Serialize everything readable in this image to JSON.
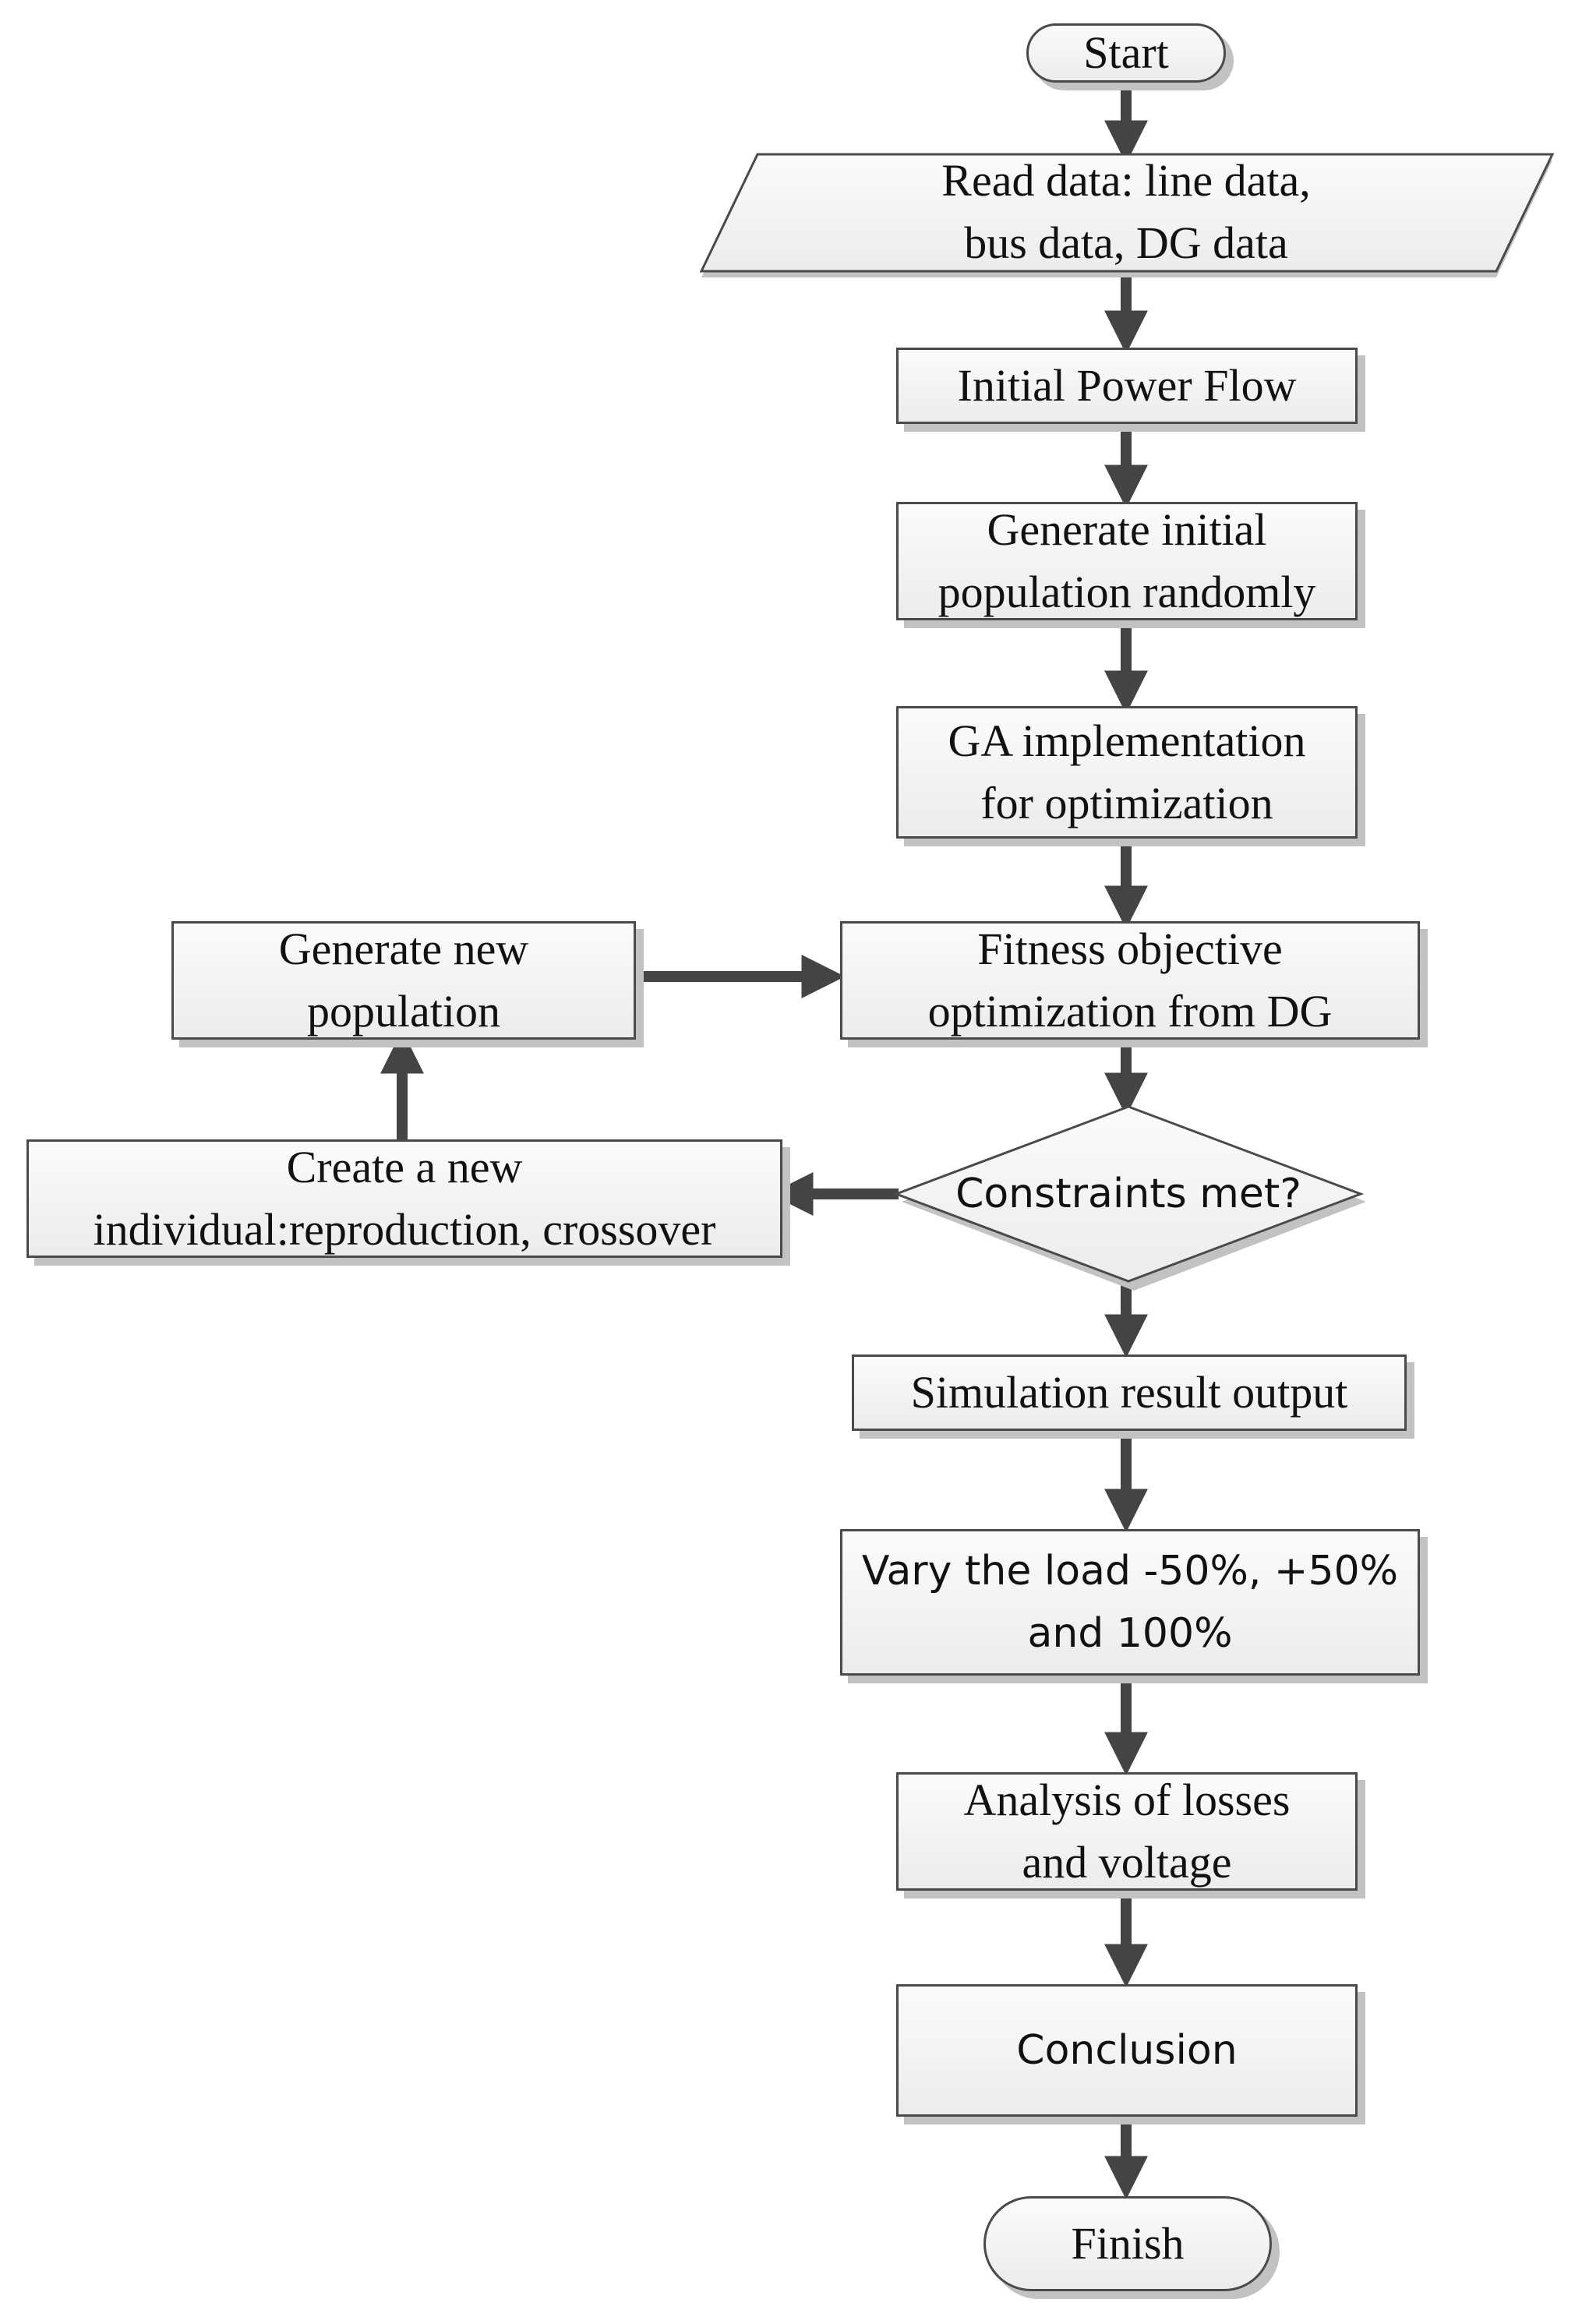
{
  "flowchart": {
    "start": "Start",
    "read_data": "Read data: line data,\nbus data, DG data",
    "initial_power_flow": "Initial Power Flow",
    "generate_initial_population": "Generate initial\npopulation randomly",
    "ga_implementation": "GA implementation\nfor optimization",
    "fitness_objective": "Fitness objective\noptimization from DG",
    "generate_new_population": "Generate new\npopulation",
    "create_new_individual": "Create a new\nindividual:reproduction, crossover",
    "constraints_met": "Constraints met?",
    "simulation_output": "Simulation result output",
    "vary_load": "Vary the load -50%, +50%\nand 100%",
    "analysis": "Analysis of losses\nand voltage",
    "conclusion": "Conclusion",
    "finish": "Finish"
  },
  "colors": {
    "stroke": "#4a4a4a",
    "fill_top": "#fbfbfb",
    "fill_bottom": "#ececec",
    "shadow": "#c2c2c2"
  }
}
